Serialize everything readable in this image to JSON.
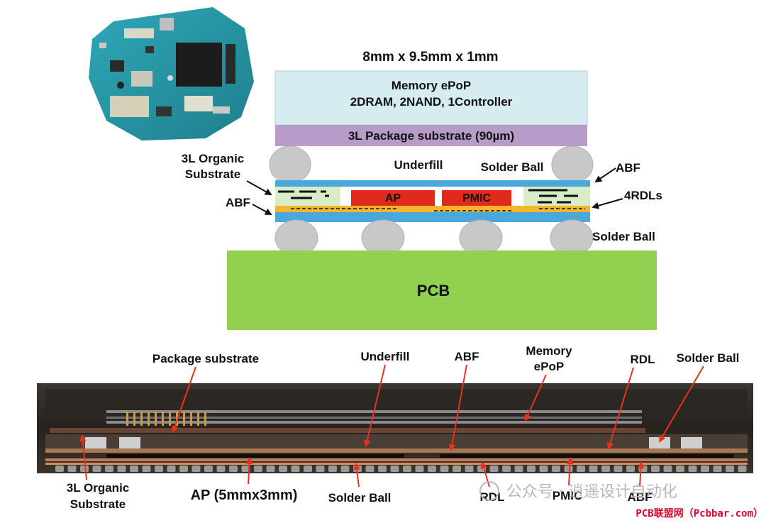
{
  "top_diagram": {
    "dimensions": "8mm x 9.5mm x 1mm",
    "memory_line1": "Memory ePoP",
    "memory_line2": "2DRAM, 2NAND, 1Controller",
    "package_substrate": "3L Package substrate (90µm)",
    "organic_line1": "3L Organic",
    "organic_line2": "Substrate",
    "underfill": "Underfill",
    "solder_ball_top": "Solder Ball",
    "abf_right": "ABF",
    "ap": "AP",
    "pmic": "PMIC",
    "rdls": "4RDLs",
    "abf_left": "ABF",
    "solder_ball_bottom": "Solder Ball",
    "pcb": "PCB",
    "colors": {
      "memory": "#d6ecf0",
      "package_substrate": "#b79cc9",
      "substrate_blue": "#4aa8dc",
      "abf_orange": "#f5b52c",
      "chip_red": "#e02a1c",
      "organic_green": "#d8ecc8",
      "pcb_green": "#92d050",
      "solder_gray": "#c8c8c8"
    }
  },
  "cross_section": {
    "package_substrate": "Package substrate",
    "underfill": "Underfill",
    "abf": "ABF",
    "memory_line1": "Memory",
    "memory_line2": "ePoP",
    "rdl": "RDL",
    "solder_ball": "Solder Ball",
    "organic_line1": "3L Organic",
    "organic_line2": "Substrate",
    "ap": "AP (5mmx3mm)",
    "solder_ball_bottom": "Solder Ball",
    "rdl_bottom": "RDL",
    "pmic": "PMIC",
    "abf_bottom": "ABF"
  },
  "watermark": {
    "account": "公众号 · 逍遥设计自动化",
    "source": "PCB联盟网（Pcbbar.com）"
  }
}
